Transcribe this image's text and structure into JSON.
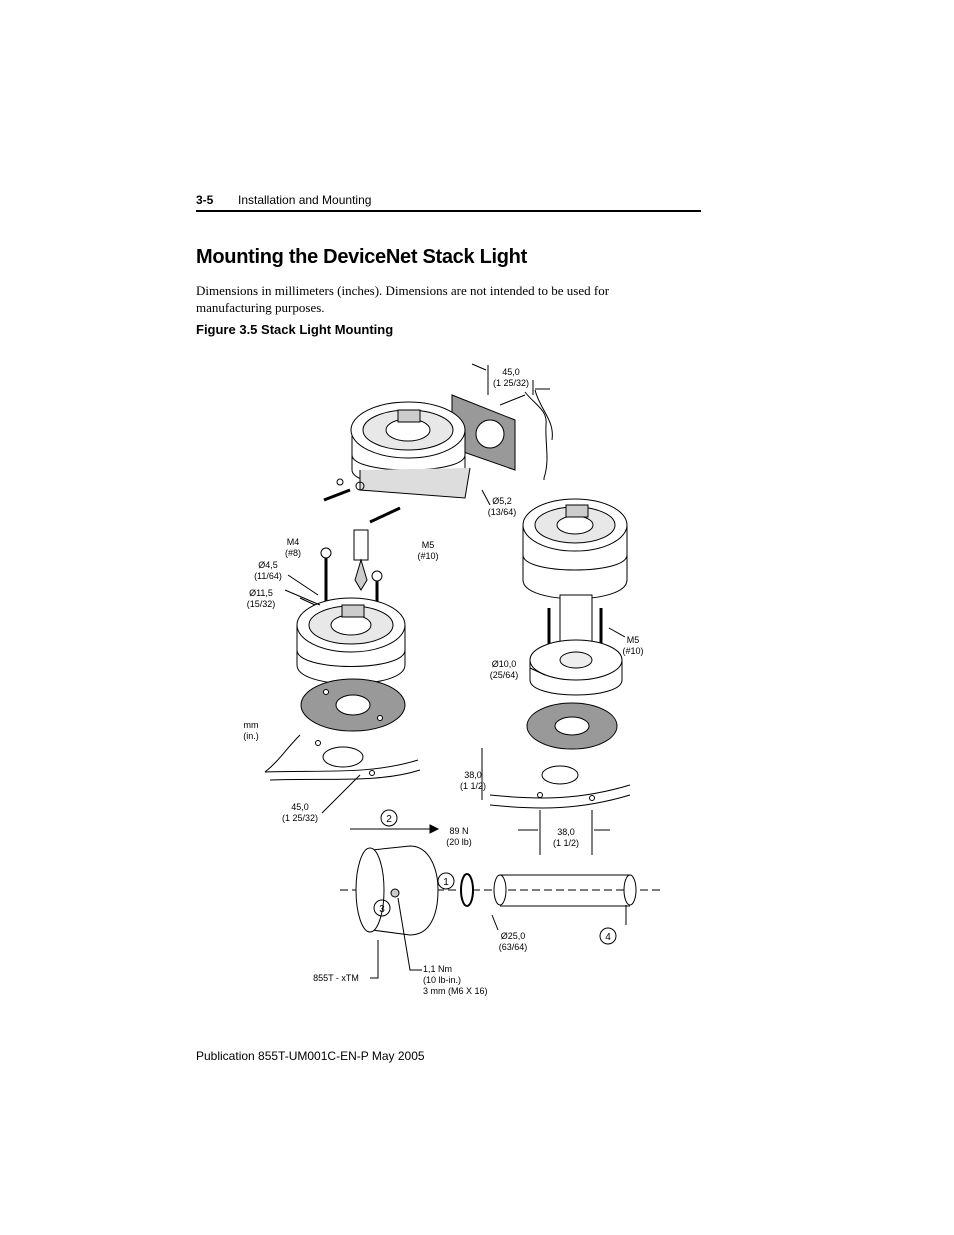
{
  "header": {
    "page_number": "3-5",
    "section": "Installation and Mounting"
  },
  "title": "Mounting the DeviceNet Stack Light",
  "intro": "Dimensions in millimeters (inches). Dimensions are not intended to be used for manufacturing purposes.",
  "figure": {
    "caption": "Figure 3.5 Stack Light Mounting",
    "labels": {
      "top_w_mm": "45,0",
      "top_w_in": "(1 25/32)",
      "hole_mm": "Ø5,2",
      "hole_in": "(13/64)",
      "m4": "M4",
      "m4_in": "(#8)",
      "d45": "Ø4,5",
      "d45_in": "(11/64)",
      "d115": "Ø11,5",
      "d115_in": "(15/32)",
      "m5a": "M5",
      "m5a_in": "(#10)",
      "m5b": "M5",
      "m5b_in": "(#10)",
      "d10": "Ø10,0",
      "d10_in": "(25/64)",
      "unit_mm": "mm",
      "unit_in": "(in.)",
      "w45_mm": "45,0",
      "w45_in": "(1 25/32)",
      "h38_mm": "38,0",
      "h38_in": "(1 1/2)",
      "w38_mm": "38,0",
      "w38_in": "(1 1/2)",
      "force_n": "89 N",
      "force_lb": "(20 lb)",
      "callout_1": "1",
      "callout_2": "2",
      "callout_3": "3",
      "callout_4": "4",
      "tube_mm": "Ø25,0",
      "tube_in": "(63/64)",
      "part": "855T - xTM",
      "torque_nm": "1,1 Nm",
      "torque_lb": "(10 lb-in.)",
      "screw": "3 mm (M6 X 16)"
    }
  },
  "footer": {
    "publication": "Publication 855T-UM001C-EN-P  May 2005"
  }
}
